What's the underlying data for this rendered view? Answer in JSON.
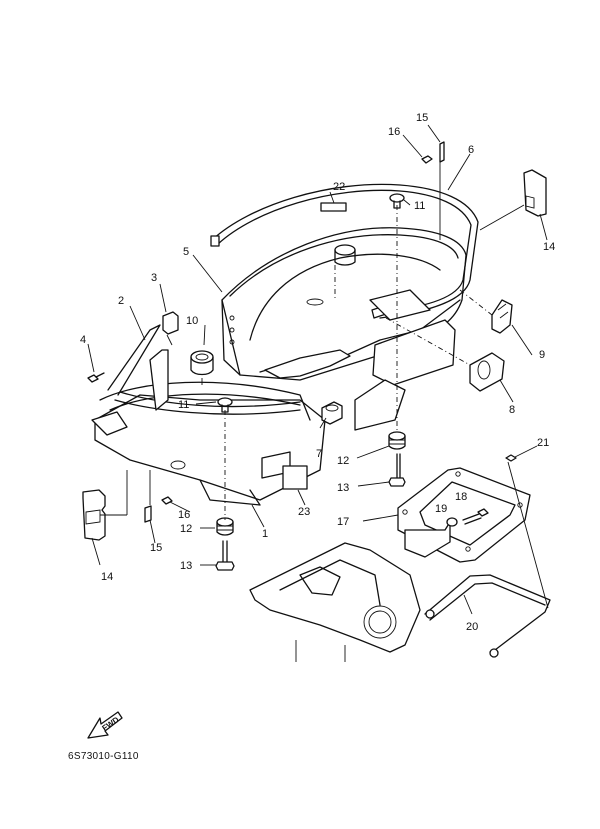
{
  "diagram": {
    "type": "exploded-parts-view",
    "subject": "Outboard bottom cowling assembly",
    "drawing_code": "6S73010-G110",
    "fwd_label": "FWD",
    "callouts": [
      {
        "id": "c1",
        "text": "1"
      },
      {
        "id": "c2",
        "text": "2"
      },
      {
        "id": "c3",
        "text": "3"
      },
      {
        "id": "c4",
        "text": "4"
      },
      {
        "id": "c5",
        "text": "5"
      },
      {
        "id": "c6",
        "text": "6"
      },
      {
        "id": "c7",
        "text": "7"
      },
      {
        "id": "c8",
        "text": "8"
      },
      {
        "id": "c9",
        "text": "9"
      },
      {
        "id": "c10",
        "text": "10"
      },
      {
        "id": "c11a",
        "text": "11"
      },
      {
        "id": "c11b",
        "text": "11"
      },
      {
        "id": "c12a",
        "text": "12"
      },
      {
        "id": "c12b",
        "text": "12"
      },
      {
        "id": "c13a",
        "text": "13"
      },
      {
        "id": "c13b",
        "text": "13"
      },
      {
        "id": "c14a",
        "text": "14"
      },
      {
        "id": "c14b",
        "text": "14"
      },
      {
        "id": "c15a",
        "text": "15"
      },
      {
        "id": "c15b",
        "text": "15"
      },
      {
        "id": "c16a",
        "text": "16"
      },
      {
        "id": "c16b",
        "text": "16"
      },
      {
        "id": "c17",
        "text": "17"
      },
      {
        "id": "c18",
        "text": "18"
      },
      {
        "id": "c19",
        "text": "19"
      },
      {
        "id": "c20",
        "text": "20"
      },
      {
        "id": "c21",
        "text": "21"
      },
      {
        "id": "c22",
        "text": "22"
      },
      {
        "id": "c23",
        "text": "23"
      }
    ]
  }
}
